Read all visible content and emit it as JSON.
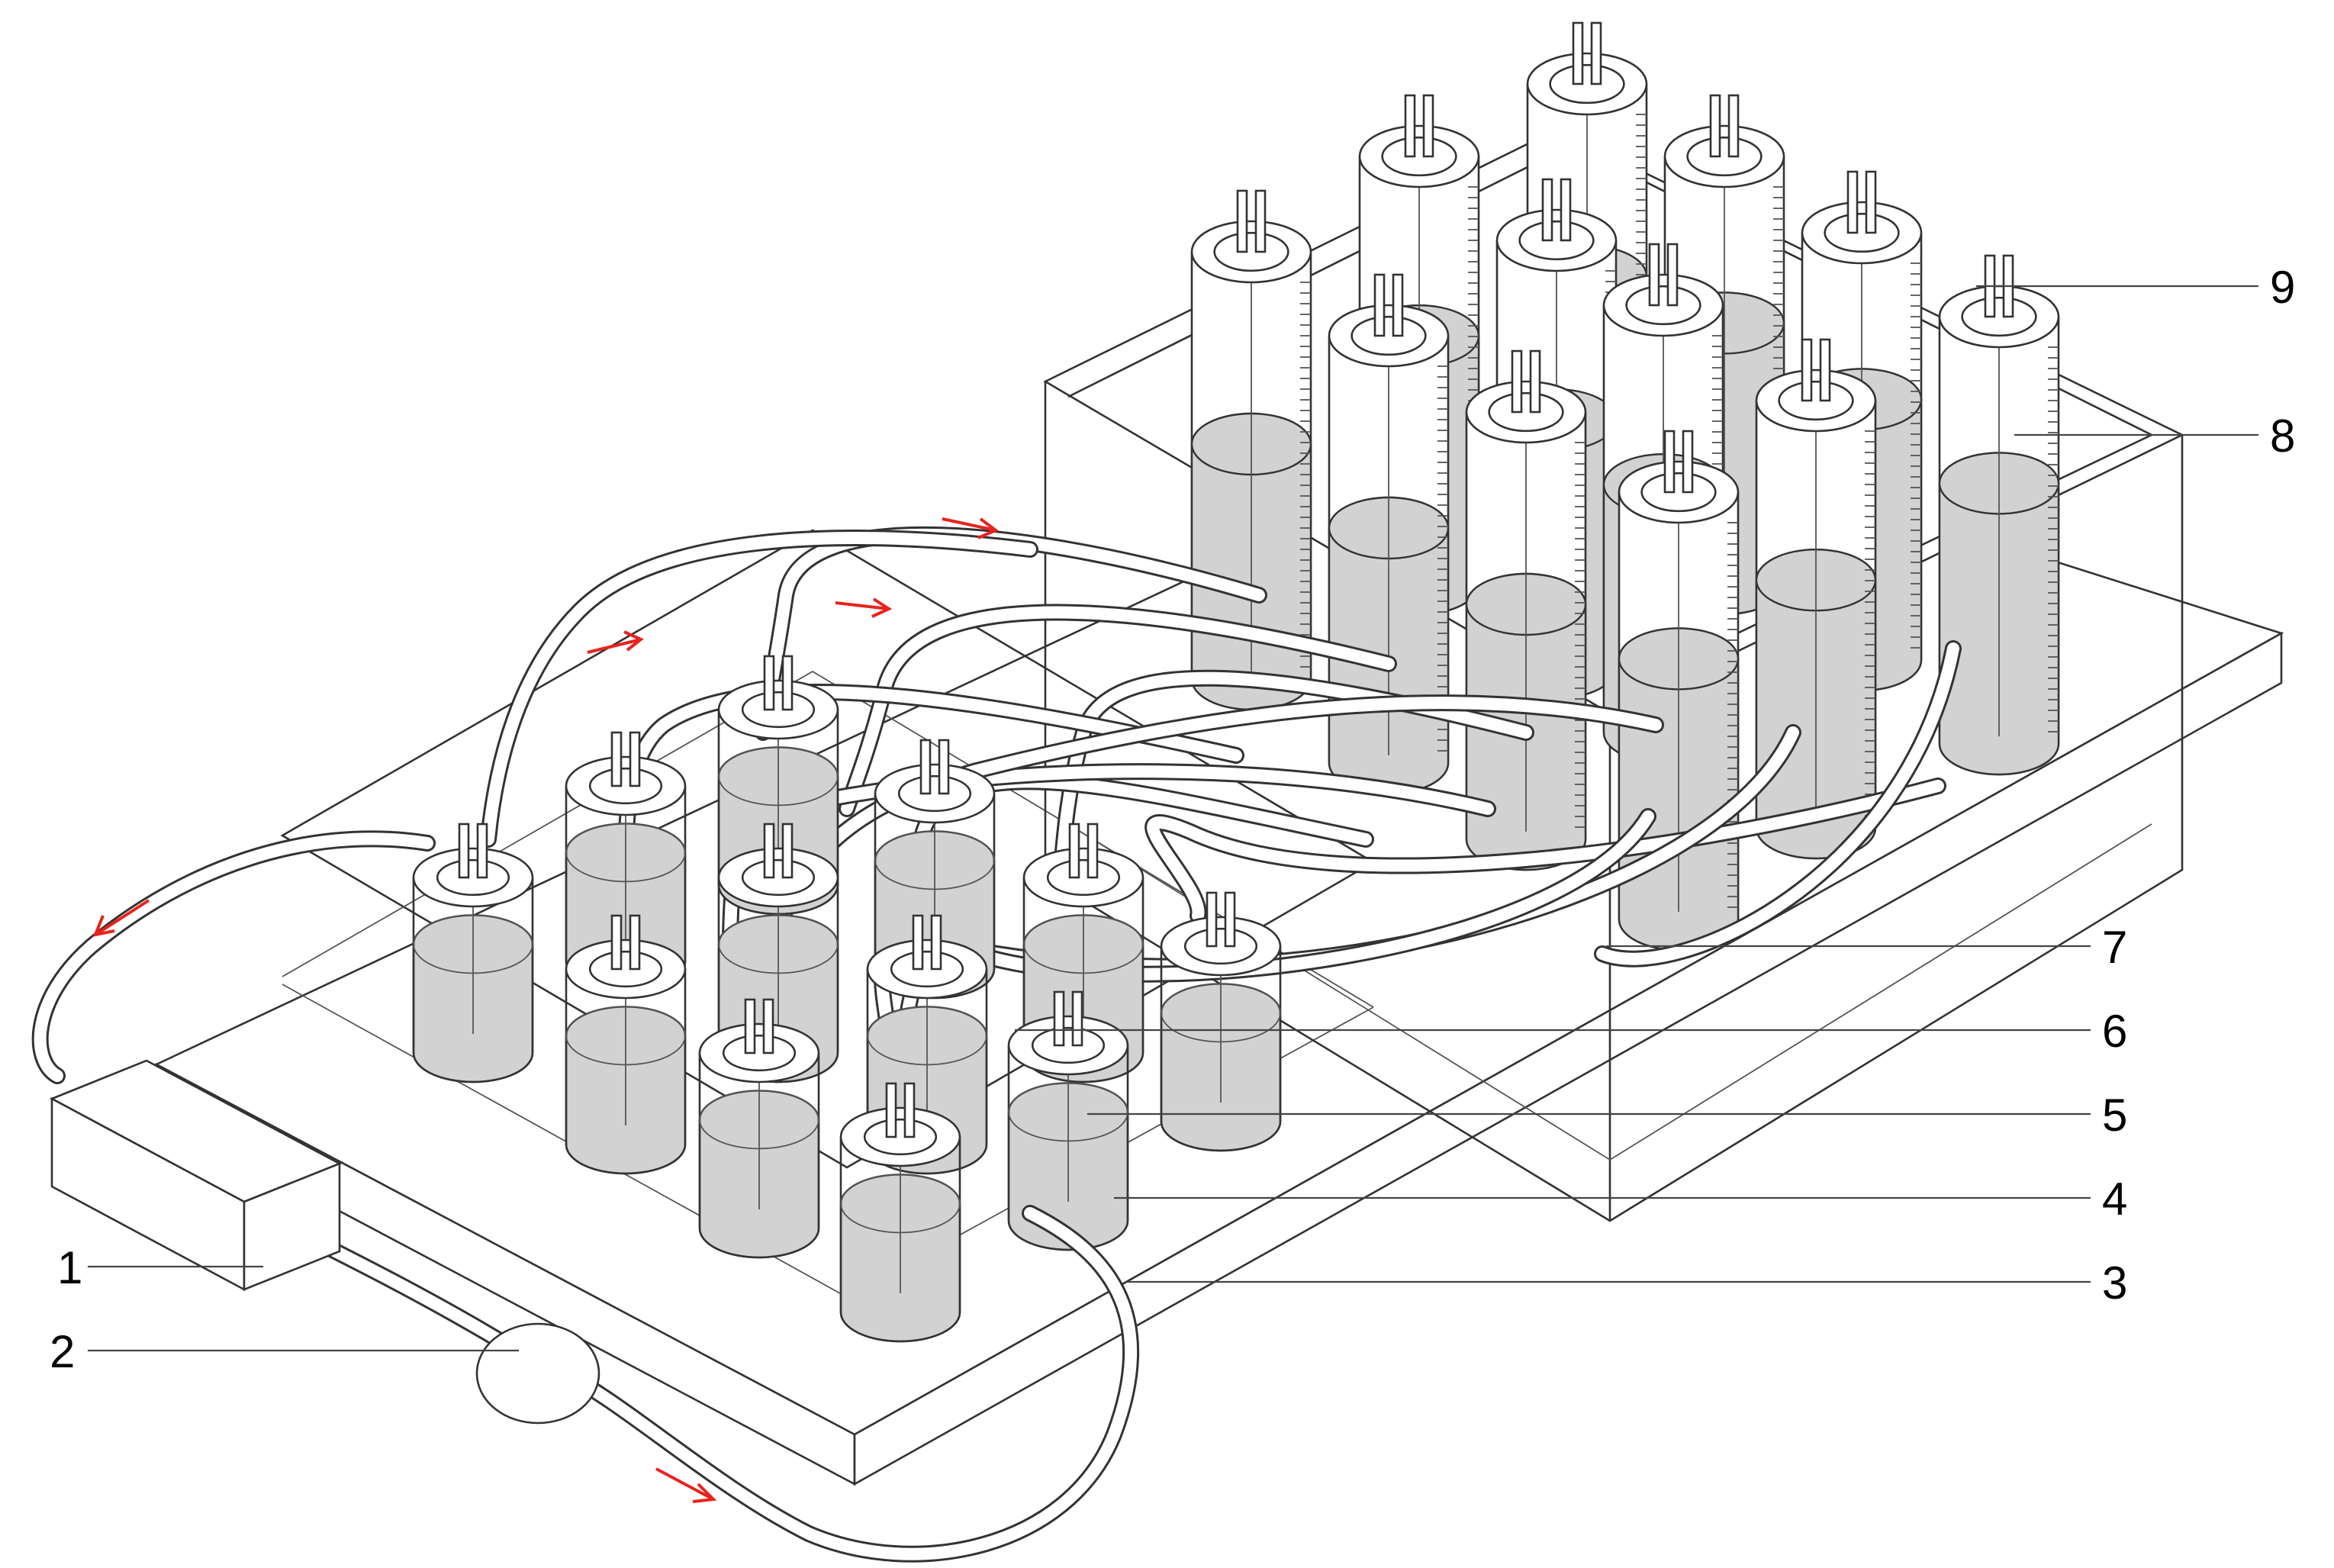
{
  "diagram": {
    "callouts": [
      {
        "label": "1"
      },
      {
        "label": "2"
      },
      {
        "label": "3"
      },
      {
        "label": "4"
      },
      {
        "label": "5"
      },
      {
        "label": "6"
      },
      {
        "label": "7"
      },
      {
        "label": "8"
      },
      {
        "label": "9"
      }
    ],
    "colors": {
      "line": "#333333",
      "liquid": "#d2d2d2",
      "flow_arrow": "#e8231f",
      "background": "#ffffff"
    },
    "counts": {
      "water_bath_vessels": 12,
      "rack_columns": 12,
      "flow_arrows": 5
    }
  }
}
